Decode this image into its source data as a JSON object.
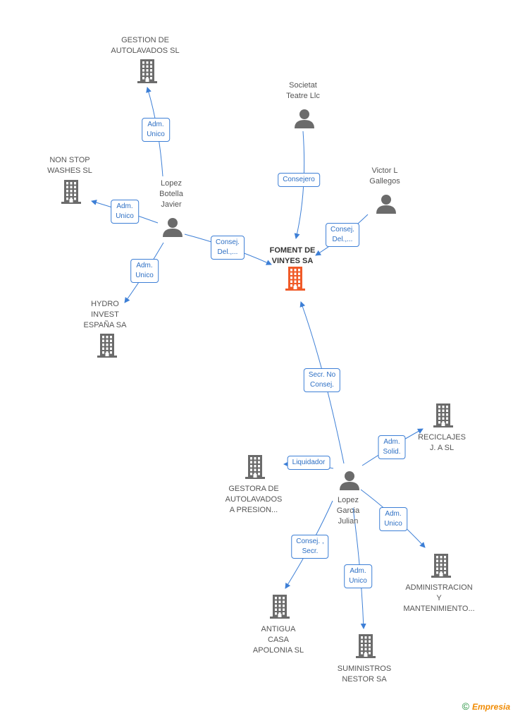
{
  "nodes": {
    "foment": {
      "label": "FOMENT DE\nVINYES SA",
      "kind": "company",
      "center": true
    },
    "gestion": {
      "label": "GESTION DE\nAUTOLAVADOS SL",
      "kind": "company"
    },
    "nonstop": {
      "label": "NON STOP\nWASHES SL",
      "kind": "company"
    },
    "hydro": {
      "label": "HYDRO\nINVEST\nESPAÑA SA",
      "kind": "company"
    },
    "lopez_botella": {
      "label": "Lopez\nBotella\nJavier",
      "kind": "person"
    },
    "societat": {
      "label": "Societat\nTeatre Llc",
      "kind": "person"
    },
    "victor": {
      "label": "Victor L\nGallegos",
      "kind": "person"
    },
    "lopez_garcia": {
      "label": "Lopez\nGarcia\nJulian",
      "kind": "person"
    },
    "reciclajes": {
      "label": "RECICLAJES\nJ. A SL",
      "kind": "company"
    },
    "gestora": {
      "label": "GESTORA DE\nAUTOLAVADOS\nA PRESION...",
      "kind": "company"
    },
    "administracion": {
      "label": "ADMINISTRACION\nY\nMANTENIMIENTO...",
      "kind": "company"
    },
    "antigua": {
      "label": "ANTIGUA\nCASA\nAPOLONIA SL",
      "kind": "company"
    },
    "suministros": {
      "label": "SUMINISTROS\nNESTOR SA",
      "kind": "company"
    }
  },
  "edges": [
    {
      "from": "lopez_botella",
      "to": "gestion",
      "label": "Adm.\nUnico"
    },
    {
      "from": "lopez_botella",
      "to": "nonstop",
      "label": "Adm.\nUnico"
    },
    {
      "from": "lopez_botella",
      "to": "hydro",
      "label": "Adm.\nUnico"
    },
    {
      "from": "lopez_botella",
      "to": "foment",
      "label": "Consej.\nDel.,..."
    },
    {
      "from": "societat",
      "to": "foment",
      "label": "Consejero"
    },
    {
      "from": "victor",
      "to": "foment",
      "label": "Consej.\nDel.,..."
    },
    {
      "from": "lopez_garcia",
      "to": "foment",
      "label": "Secr.  No\nConsej."
    },
    {
      "from": "lopez_garcia",
      "to": "reciclajes",
      "label": "Adm.\nSolid."
    },
    {
      "from": "lopez_garcia",
      "to": "gestora",
      "label": "Liquidador"
    },
    {
      "from": "lopez_garcia",
      "to": "administracion",
      "label": "Adm.\nUnico"
    },
    {
      "from": "lopez_garcia",
      "to": "antigua",
      "label": "Consej. ,\nSecr."
    },
    {
      "from": "lopez_garcia",
      "to": "suministros",
      "label": "Adm.\nUnico"
    }
  ],
  "colors": {
    "edge": "#3d7fd6",
    "node": "#6b6b6b",
    "center": "#f05a28"
  },
  "footer": {
    "copyright": "©",
    "brand": "Empresia"
  }
}
